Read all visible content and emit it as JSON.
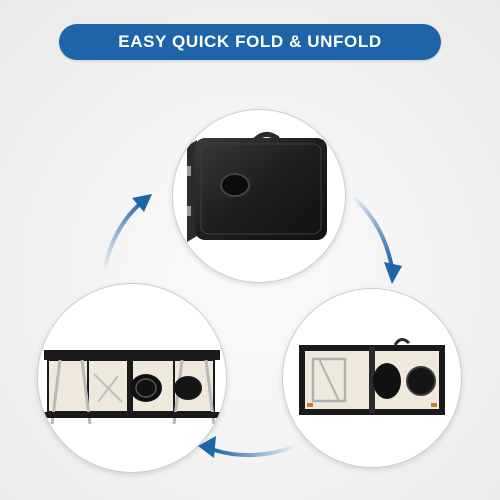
{
  "banner": {
    "title": "EASY QUICK FOLD & UNFOLD"
  },
  "colors": {
    "banner_bg": "#1d64a8",
    "banner_text": "#ffffff",
    "arrow": "#1d64a8",
    "table_black": "#1a1a1a",
    "frame_cream": "#efe9dc"
  },
  "steps": [
    {
      "id": "folded",
      "icon": "folded-table-icon"
    },
    {
      "id": "half-open",
      "icon": "half-open-table-icon"
    },
    {
      "id": "open",
      "icon": "open-table-icon"
    }
  ]
}
